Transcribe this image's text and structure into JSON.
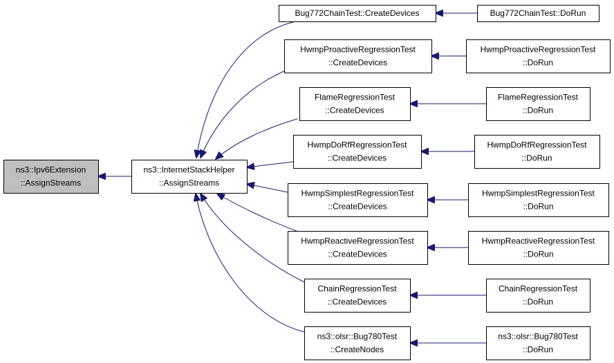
{
  "graph": {
    "colors": {
      "edge": "#191970",
      "focus_fill": "#bfbfbf",
      "node_fill": "#ffffff",
      "border": "#000000"
    },
    "nodes": {
      "ipv6": {
        "lines": [
          "ns3::Ipv6Extension",
          "::AssignStreams"
        ]
      },
      "ish": {
        "lines": [
          "ns3::InternetStackHelper",
          "::AssignStreams"
        ]
      },
      "bug772_create": {
        "lines": [
          "Bug772ChainTest::CreateDevices"
        ]
      },
      "bug772_run": {
        "lines": [
          "Bug772ChainTest::DoRun"
        ]
      },
      "hproact_create": {
        "lines": [
          "HwmpProactiveRegressionTest",
          "::CreateDevices"
        ]
      },
      "hproact_run": {
        "lines": [
          "HwmpProactiveRegressionTest",
          "::DoRun"
        ]
      },
      "flame_create": {
        "lines": [
          "FlameRegressionTest",
          "::CreateDevices"
        ]
      },
      "flame_run": {
        "lines": [
          "FlameRegressionTest",
          "::DoRun"
        ]
      },
      "hdorf_create": {
        "lines": [
          "HwmpDoRfRegressionTest",
          "::CreateDevices"
        ]
      },
      "hdorf_run": {
        "lines": [
          "HwmpDoRfRegressionTest",
          "::DoRun"
        ]
      },
      "hsimp_create": {
        "lines": [
          "HwmpSimplestRegressionTest",
          "::CreateDevices"
        ]
      },
      "hsimp_run": {
        "lines": [
          "HwmpSimplestRegressionTest",
          "::DoRun"
        ]
      },
      "hreact_create": {
        "lines": [
          "HwmpReactiveRegressionTest",
          "::CreateDevices"
        ]
      },
      "hreact_run": {
        "lines": [
          "HwmpReactiveRegressionTest",
          "::DoRun"
        ]
      },
      "chain_create": {
        "lines": [
          "ChainRegressionTest",
          "::CreateDevices"
        ]
      },
      "chain_run": {
        "lines": [
          "ChainRegressionTest",
          "::DoRun"
        ]
      },
      "olsr_create": {
        "lines": [
          "ns3::olsr::Bug780Test",
          "::CreateNodes"
        ]
      },
      "olsr_run": {
        "lines": [
          "ns3::olsr::Bug780Test",
          "::DoRun"
        ]
      }
    }
  }
}
